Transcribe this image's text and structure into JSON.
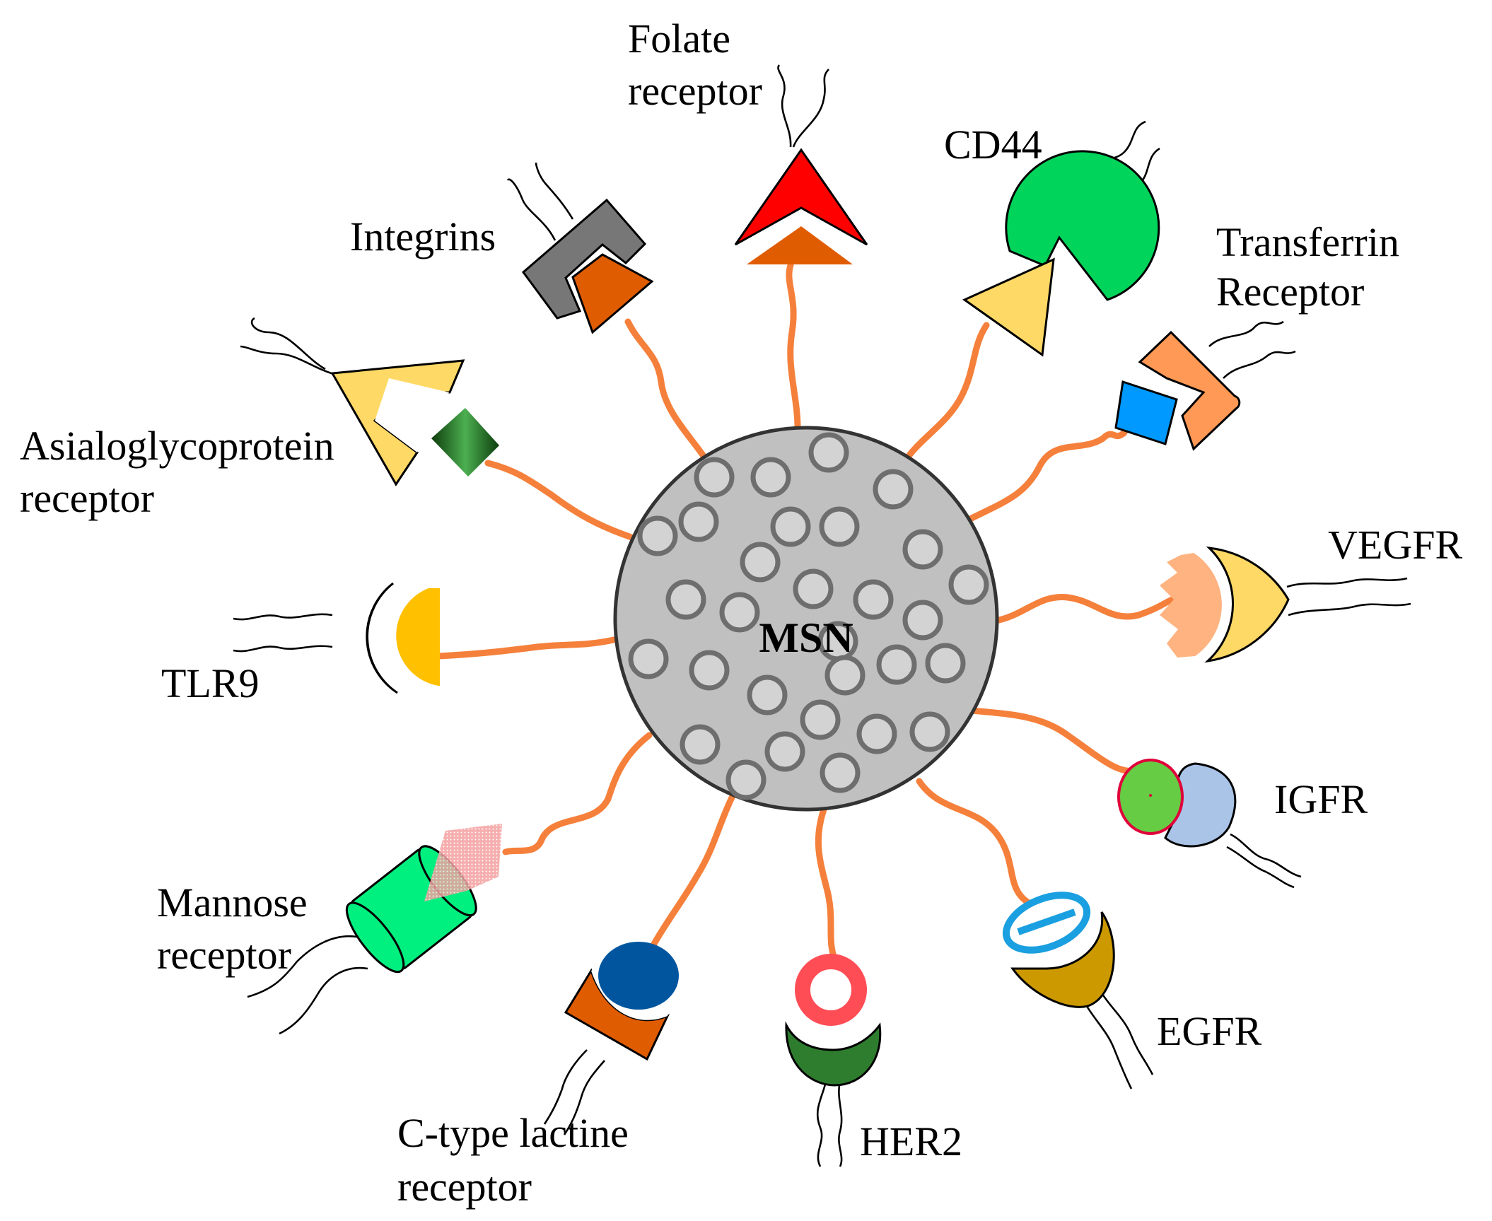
{
  "core": {
    "label": "MSN",
    "fill": "#c0c0c0",
    "pore_fill": "#d3d3d3",
    "pore_stroke": "#6e6e6e"
  },
  "tether_color": "#f5803b",
  "receptors": [
    {
      "id": "folate",
      "icon": "red-arrowhead-receptor",
      "label_lines": [
        "Folate",
        "receptor"
      ],
      "colors": {
        "receptor": "#ff0000",
        "ligand": "#e05c00"
      }
    },
    {
      "id": "cd44",
      "icon": "green-semicircle-receptor",
      "label_lines": [
        "CD44"
      ],
      "colors": {
        "receptor": "#00d45a",
        "ligand": "#ffd966"
      }
    },
    {
      "id": "transferrin",
      "icon": "orange-pentagon-receptor",
      "label_lines": [
        "Transferrin",
        "Receptor"
      ],
      "colors": {
        "receptor": "#ff9955",
        "ligand": "#0099ff"
      }
    },
    {
      "id": "vegfr",
      "icon": "yellow-crescent-receptor",
      "label_lines": [
        "VEGFR"
      ],
      "colors": {
        "receptor": "#ffd966",
        "ligand": "#ffb380"
      }
    },
    {
      "id": "igfr",
      "icon": "blue-cup-receptor",
      "label_lines": [
        "IGFR"
      ],
      "colors": {
        "receptor": "#aac4e8",
        "ligand": "#66cc44"
      }
    },
    {
      "id": "egfr",
      "icon": "gold-cup-receptor",
      "label_lines": [
        "EGFR"
      ],
      "colors": {
        "receptor": "#cc9900",
        "ligand": "#1a9fe0"
      }
    },
    {
      "id": "her2",
      "icon": "dark-green-cup-receptor",
      "label_lines": [
        "HER2"
      ],
      "colors": {
        "receptor": "#2e7d2e",
        "ligand": "#ff4d55"
      }
    },
    {
      "id": "ctype",
      "icon": "orange-trapezoid-receptor",
      "label_lines": [
        "C-type lactine",
        "receptor"
      ],
      "colors": {
        "receptor": "#e05c00",
        "ligand": "#00559e"
      }
    },
    {
      "id": "mannose",
      "icon": "green-cylinder-receptor",
      "label_lines": [
        "Mannose",
        "receptor"
      ],
      "colors": {
        "receptor": "#00f080",
        "ligand": "#f08080"
      }
    },
    {
      "id": "tlr9",
      "icon": "red-crescent-receptor",
      "label_lines": [
        "TLR9"
      ],
      "colors": {
        "receptor": "#ff4444",
        "ligand": "#ffc000"
      }
    },
    {
      "id": "asialo",
      "icon": "yellow-triangle-receptor",
      "label_lines": [
        "Asialoglycoprotein",
        "receptor"
      ],
      "colors": {
        "receptor": "#ffd966",
        "ligand": "#2d7a2d"
      }
    },
    {
      "id": "integrins",
      "icon": "gray-bracket-receptor",
      "label_lines": [
        "Integrins"
      ],
      "colors": {
        "receptor": "#777777",
        "ligand": "#e05c00"
      }
    }
  ]
}
